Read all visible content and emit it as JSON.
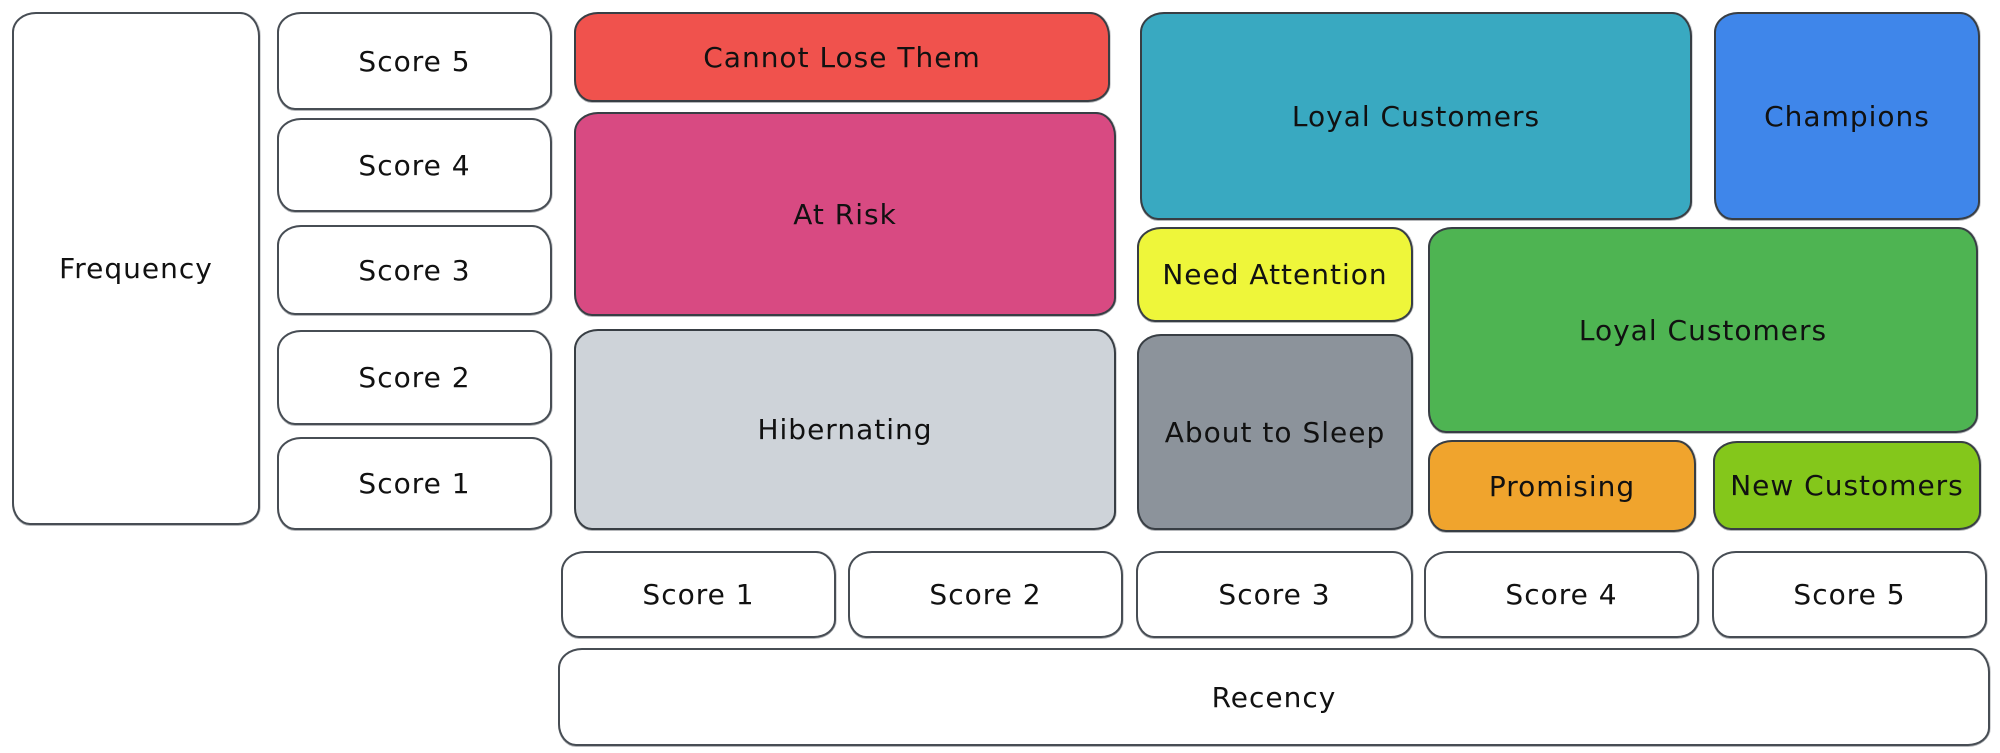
{
  "diagram": {
    "type": "rfm-segmentation-grid",
    "background_color": "#ffffff",
    "axes": {
      "frequency": {
        "label": "Frequency",
        "scores": [
          "Score 5",
          "Score 4",
          "Score 3",
          "Score 2",
          "Score 1"
        ]
      },
      "recency": {
        "label": "Recency",
        "scores": [
          "Score 1",
          "Score 2",
          "Score 3",
          "Score 4",
          "Score 5"
        ]
      }
    },
    "segments": {
      "cannot_lose": {
        "label": "Cannot Lose Them",
        "color": "#f0524d",
        "recency_span": "1-2",
        "frequency_span": "5"
      },
      "at_risk": {
        "label": "At Risk",
        "color": "#d84a82",
        "recency_span": "1-2",
        "frequency_span": "3-4"
      },
      "hibernating": {
        "label": "Hibernating",
        "color": "#ced3d9",
        "recency_span": "1-2",
        "frequency_span": "1-2"
      },
      "loyal_customers_top": {
        "label": "Loyal Customers",
        "color": "#39a9c1",
        "recency_span": "3-4",
        "frequency_span": "4-5"
      },
      "champions": {
        "label": "Champions",
        "color": "#3f86ea",
        "recency_span": "5",
        "frequency_span": "4-5"
      },
      "need_attention": {
        "label": "Need Attention",
        "color": "#eef63a",
        "recency_span": "3",
        "frequency_span": "3"
      },
      "loyal_customers_right": {
        "label": "Loyal Customers",
        "color": "#4eb452",
        "recency_span": "4-5",
        "frequency_span": "2-3"
      },
      "about_to_sleep": {
        "label": "About to Sleep",
        "color": "#8c939b",
        "recency_span": "3",
        "frequency_span": "1-2"
      },
      "promising": {
        "label": "Promising",
        "color": "#f0a42d",
        "recency_span": "4",
        "frequency_span": "1"
      },
      "new_customers": {
        "label": "New Customers",
        "color": "#84c71b",
        "recency_span": "5",
        "frequency_span": "1"
      }
    }
  }
}
